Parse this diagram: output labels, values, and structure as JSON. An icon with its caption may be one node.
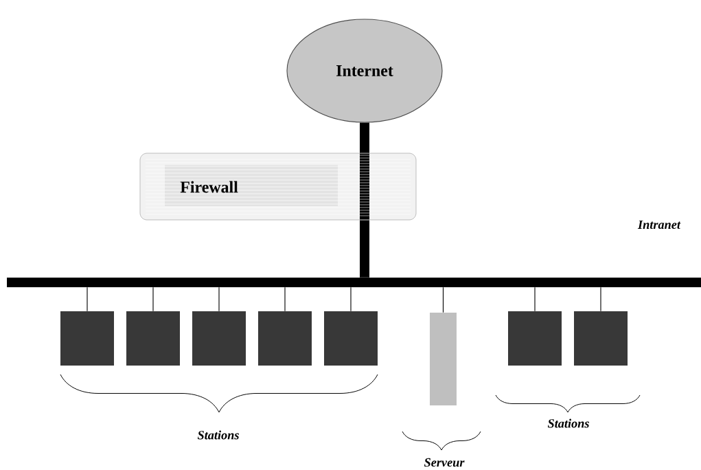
{
  "diagram": {
    "nodes": [
      {
        "text": [
          "Internet"
        ]
      },
      {
        "text": [
          "Firewall"
        ]
      },
      {
        "text": [],
        "shape": "bar"
      },
      {
        "text": [],
        "shape": "box"
      },
      {
        "text": [],
        "shape": "box"
      },
      {
        "text": [],
        "shape": "box"
      },
      {
        "text": [],
        "shape": "box"
      },
      {
        "text": [],
        "shape": "box"
      },
      {
        "text": [],
        "shape": "box"
      },
      {
        "text": [],
        "shape": "box"
      },
      {
        "text": [],
        "shape": "box"
      }
    ],
    "edges": [
      {
        "from": 0,
        "to": 1,
        "arrow": "none",
        "style": "thick"
      },
      {
        "from": 1,
        "to": 2,
        "arrow": "none",
        "style": "thick"
      },
      {
        "from": 2,
        "to": 3,
        "arrow": "none"
      },
      {
        "from": 2,
        "to": 4,
        "arrow": "none"
      },
      {
        "from": 2,
        "to": 5,
        "arrow": "none"
      },
      {
        "from": 2,
        "to": 6,
        "arrow": "none"
      },
      {
        "from": 2,
        "to": 7,
        "arrow": "none"
      },
      {
        "from": 2,
        "to": 8,
        "arrow": "none"
      },
      {
        "from": 2,
        "to": 9,
        "arrow": "none"
      },
      {
        "from": 2,
        "to": 10,
        "arrow": "none"
      }
    ],
    "labels": [
      "Intranet",
      "Stations",
      "Serveur",
      "Stations"
    ]
  }
}
